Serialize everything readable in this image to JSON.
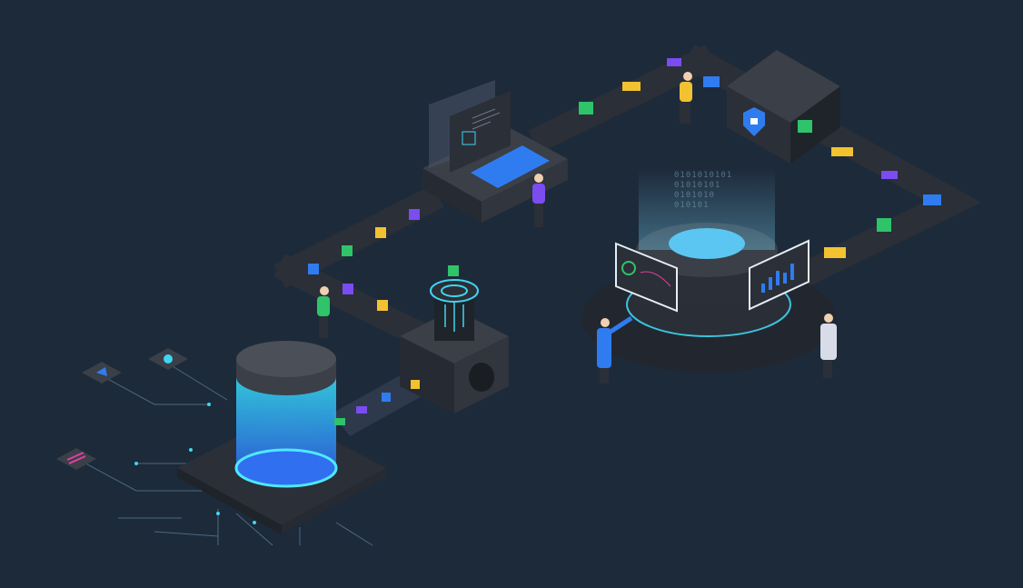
{
  "illustration": {
    "binary_lines": [
      "0101010101",
      "01010101",
      "0101010",
      "010101"
    ]
  },
  "colors": {
    "background": "#1d2a3a",
    "belt": "#2a2f38",
    "cyan": "#3fd6f0",
    "blue": "#2f7cf0",
    "green": "#2fc36a",
    "yellow": "#f2c230",
    "purple": "#7b4cf0"
  }
}
